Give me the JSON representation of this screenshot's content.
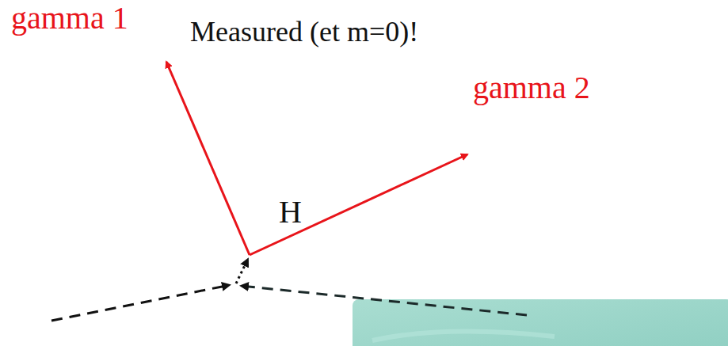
{
  "diagram": {
    "labels": [
      "gamma 1",
      "Measured (et m=0)!",
      "gamma 2",
      "H"
    ]
  }
}
